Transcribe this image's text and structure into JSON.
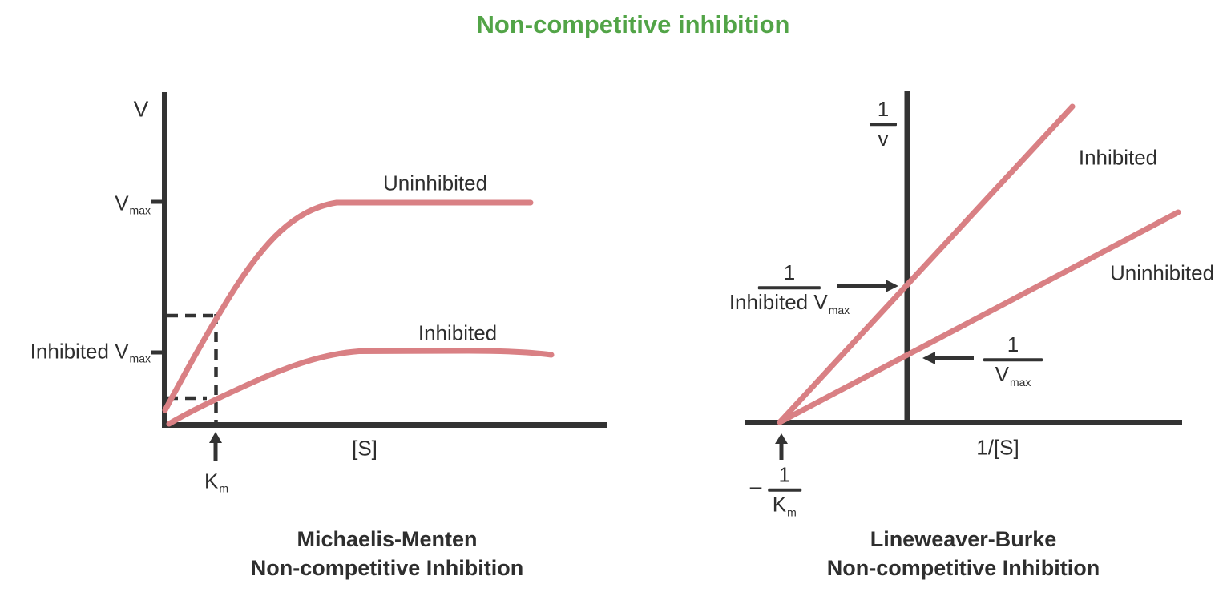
{
  "title": {
    "text": "Non-competitive inhibition",
    "color": "#52a447"
  },
  "colors": {
    "accent_green": "#52a447",
    "curve_pink": "#d98084",
    "axis_dark": "#333333"
  },
  "michaelis_menten": {
    "y_axis_title": "V",
    "x_axis_title": "[S]",
    "vmax": {
      "base": "V",
      "sub": "max"
    },
    "inhibited_vmax": {
      "base": "Inhibited V",
      "sub": "max"
    },
    "km": {
      "base": "K",
      "sub": "m"
    },
    "uninhibited_label": "Uninhibited",
    "inhibited_label": "Inhibited",
    "caption_line1": "Michaelis-Menten",
    "caption_line2": "Non-competitive Inhibition"
  },
  "lineweaver_burke": {
    "y_axis_fraction": {
      "num": "1",
      "den": "v"
    },
    "x_axis_title": "1/[S]",
    "inhibited_label": "Inhibited",
    "uninhibited_label": "Uninhibited",
    "one_over_inhibited_vmax": {
      "num": "1",
      "den_base": "Inhibited V",
      "den_sub": "max"
    },
    "one_over_vmax": {
      "num": "1",
      "den_base": "V",
      "den_sub": "max"
    },
    "neg_one_over_km": {
      "minus": "−",
      "num": "1",
      "den_base": "K",
      "den_sub": "m"
    },
    "caption_line1": "Lineweaver-Burke",
    "caption_line2": "Non-competitive Inhibition"
  },
  "chart_data": [
    {
      "type": "line",
      "title": "Michaelis-Menten Non-competitive Inhibition",
      "xlabel": "[S]",
      "ylabel": "V",
      "x_units": "multiples of Km (axes unnumbered, schematic)",
      "x": [
        0,
        0.5,
        1,
        2,
        3,
        4,
        6,
        8
      ],
      "series": [
        {
          "name": "Uninhibited",
          "vmax": 1.0,
          "values": [
            0,
            0.33,
            0.5,
            0.67,
            0.75,
            0.8,
            0.86,
            0.89
          ]
        },
        {
          "name": "Inhibited",
          "vmax": 0.33,
          "values": [
            0,
            0.11,
            0.17,
            0.22,
            0.25,
            0.26,
            0.28,
            0.29
          ]
        }
      ],
      "annotations": [
        "Vmax tick on y-axis at uninhibited plateau",
        "Inhibited Vmax tick on y-axis at inhibited plateau",
        "Km marked on x-axis with up arrow; dashed lines show both curves reach half-maximal velocity at the same Km"
      ],
      "ylim": [
        0,
        1.2
      ],
      "grid": false,
      "legend_position": "labels next to curves"
    },
    {
      "type": "line",
      "title": "Lineweaver-Burke Non-competitive Inhibition",
      "xlabel": "1/[S]",
      "ylabel": "1/v",
      "series": [
        {
          "name": "Inhibited",
          "slope": 3,
          "y_intercept": "1/Inhibited Vmax ≈ 3",
          "x_intercept": "−1/Km ≈ −1"
        },
        {
          "name": "Uninhibited",
          "slope": 1,
          "y_intercept": "1/Vmax ≈ 1",
          "x_intercept": "−1/Km ≈ −1"
        }
      ],
      "annotations": [
        "arrow to y-axis at 1/Inhibited Vmax",
        "arrow to y-axis at 1/Vmax",
        "up arrow at shared x-intercept −1/Km"
      ],
      "grid": false,
      "legend_position": "labels next to lines"
    }
  ]
}
